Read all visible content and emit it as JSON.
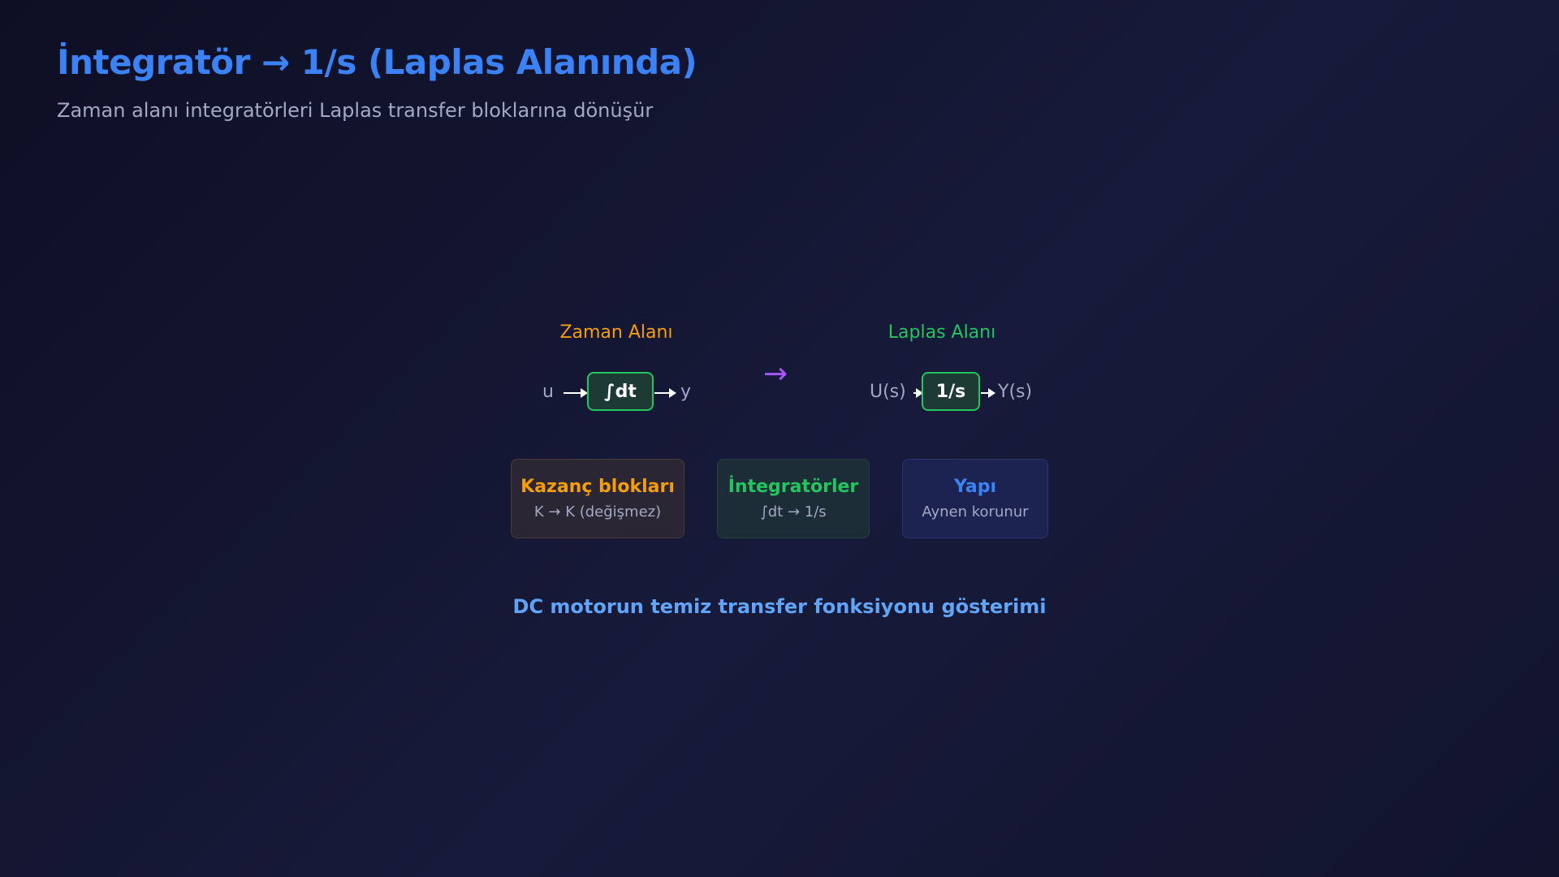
{
  "header": {
    "title": "İntegratör → 1/s (Laplas Alanında)",
    "subtitle": "Zaman alanı integratörleri Laplas transfer bloklarına dönüşür"
  },
  "diagram": {
    "time_domain": {
      "label": "Zaman Alanı",
      "color": "#f59e0b",
      "input": "u",
      "block": "∫dt",
      "output": "y"
    },
    "transition_arrow": "→",
    "laplace_domain": {
      "label": "Laplas Alanı",
      "color": "#22c55e",
      "input": "U(s)",
      "block": "1/s",
      "output": "Y(s)"
    }
  },
  "cards": [
    {
      "title": "Kazanç blokları",
      "subtitle": "K → K (değişmez)",
      "color": "#f59e0b"
    },
    {
      "title": "İntegratörler",
      "subtitle": "∫dt → 1/s",
      "color": "#22c55e"
    },
    {
      "title": "Yapı",
      "subtitle": "Aynen korunur",
      "color": "#3b82f6"
    }
  ],
  "footer_note": "DC motorun temiz transfer fonksiyonu gösterimi"
}
